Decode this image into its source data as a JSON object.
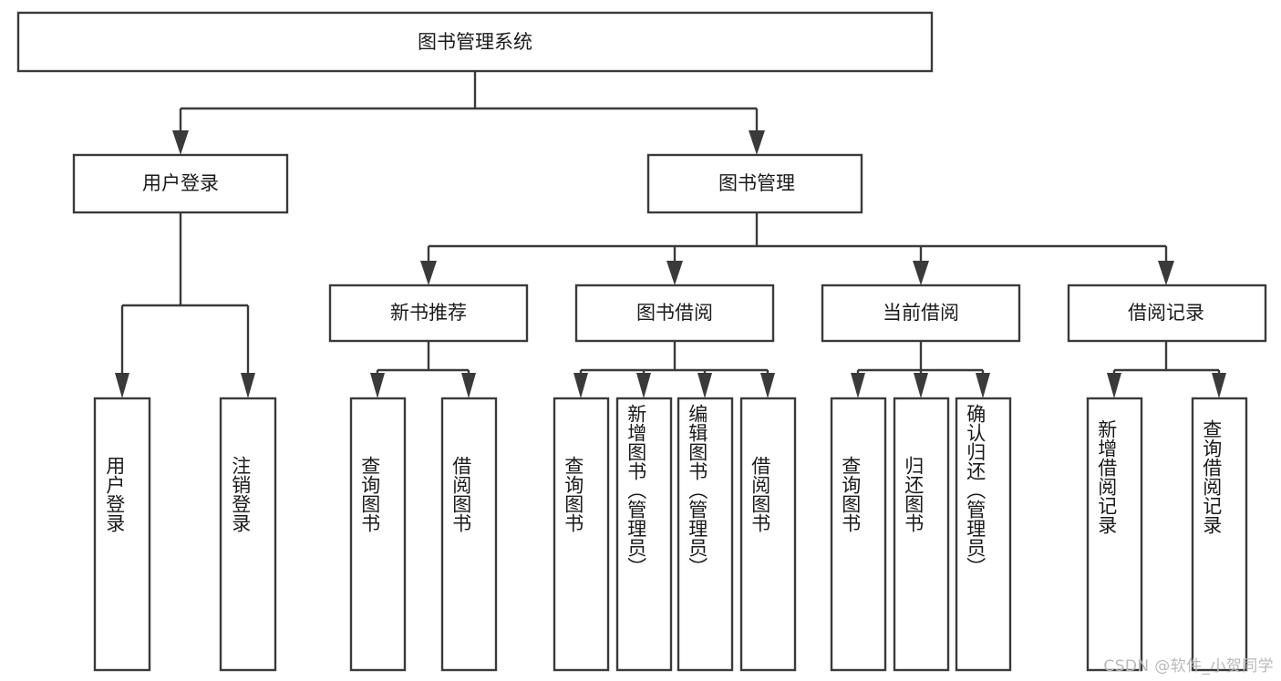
{
  "diagram": {
    "type": "tree-hierarchy-flowchart",
    "title": "图书管理系统",
    "colors": {
      "background": "#ffffff",
      "node_fill": "#ffffff",
      "node_stroke": "#3a3a3a",
      "text": "#1a1a1a",
      "watermark": "#b9b9b9"
    },
    "root": {
      "label": "图书管理系统"
    },
    "level2": [
      {
        "label": "用户登录"
      },
      {
        "label": "图书管理"
      }
    ],
    "level3": [
      {
        "label": "新书推荐"
      },
      {
        "label": "图书借阅"
      },
      {
        "label": "当前借阅"
      },
      {
        "label": "借阅记录"
      }
    ],
    "leaves": {
      "user_login": [
        {
          "label": "用户登录"
        },
        {
          "label": "注销登录"
        }
      ],
      "new_book_recommend": [
        {
          "label": "查询图书"
        },
        {
          "label": "借阅图书"
        }
      ],
      "book_borrow": [
        {
          "label": "查询图书"
        },
        {
          "label": "新增图书（管理员）"
        },
        {
          "label": "编辑图书（管理员）"
        },
        {
          "label": "借阅图书"
        }
      ],
      "current_borrow": [
        {
          "label": "查询图书"
        },
        {
          "label": "归还图书"
        },
        {
          "label": "确认归还（管理员）"
        }
      ],
      "borrow_record": [
        {
          "label": "新增借阅记录"
        },
        {
          "label": "查询借阅记录"
        }
      ]
    }
  },
  "watermark": {
    "text": "CSDN @软件_小贺同学"
  }
}
